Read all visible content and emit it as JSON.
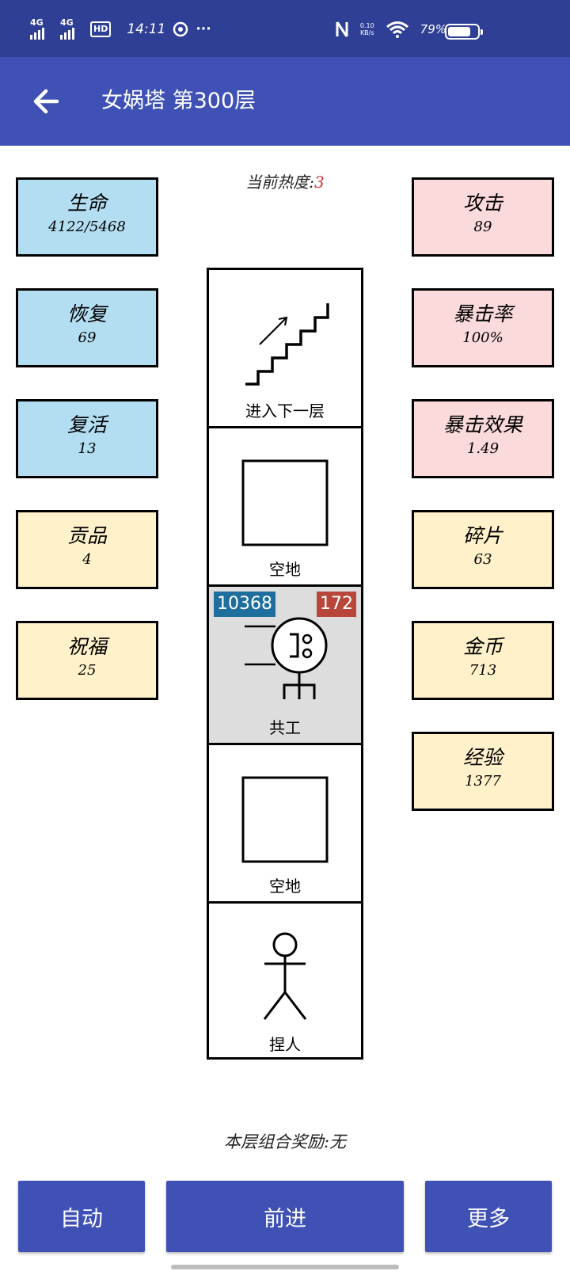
{
  "status_bar": {
    "net1": "4G",
    "net2": "4G",
    "hd": "HD",
    "time": "14:11",
    "dots": "···",
    "speed_value": "0.10",
    "speed_unit": "KB/s",
    "battery_text": "79%",
    "battery_level": 0.79
  },
  "app_bar": {
    "title": "女娲塔 第300层"
  },
  "heat": {
    "label": "当前热度:",
    "value": "3"
  },
  "stats_left": [
    {
      "name": "生命",
      "value": "4122/5468"
    },
    {
      "name": "恢复",
      "value": "69"
    },
    {
      "name": "复活",
      "value": "13"
    },
    {
      "name": "贡品",
      "value": "4"
    },
    {
      "name": "祝福",
      "value": "25"
    }
  ],
  "stats_right": [
    {
      "name": "攻击",
      "value": "89"
    },
    {
      "name": "暴击率",
      "value": "100%"
    },
    {
      "name": "暴击效果",
      "value": "1.49"
    },
    {
      "name": "碎片",
      "value": "63"
    },
    {
      "name": "金币",
      "value": "713"
    },
    {
      "name": "经验",
      "value": "1377"
    }
  ],
  "tower": {
    "cells": [
      {
        "label": "进入下一层",
        "icon": "stairs-icon"
      },
      {
        "label": "空地",
        "icon": "empty-square-icon"
      },
      {
        "label": "共工",
        "icon": "monster-icon",
        "hp": "10368",
        "attack": "172"
      },
      {
        "label": "空地",
        "icon": "empty-square-icon"
      },
      {
        "label": "捏人",
        "icon": "stick-figure-icon"
      }
    ]
  },
  "combo": {
    "text": "本层组合奖励:无"
  },
  "buttons": {
    "auto": "自动",
    "advance": "前进",
    "more": "更多"
  },
  "colors": {
    "status_bar": "#2f3f95",
    "app_bar": "#3f51b5",
    "button": "#3f51b5",
    "blue_stat": "#b3def2",
    "pink_stat": "#fadada",
    "yellow_stat": "#fff1ca",
    "hp_badge": "#1e6e9e",
    "attack_badge": "#b8463a"
  }
}
